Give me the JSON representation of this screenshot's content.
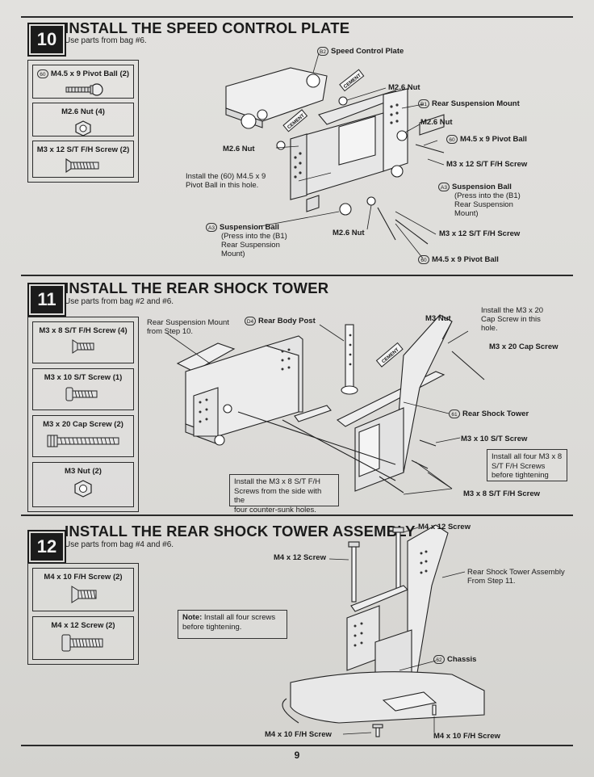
{
  "page_number": "9",
  "steps": [
    {
      "number": "10",
      "title": "INSTALL THE SPEED CONTROL PLATE",
      "subtitle": "Use parts from bag #6.",
      "parts": [
        {
          "badge": "60",
          "label": "M4.5 x 9 Pivot Ball (2)",
          "icon": "pivot-ball-icon"
        },
        {
          "badge": "",
          "label": "M2.6 Nut (4)",
          "icon": "hex-nut-icon"
        },
        {
          "badge": "",
          "label": "M3 x 12 S/T F/H Screw (2)",
          "icon": "flat-head-screw-icon"
        }
      ],
      "callouts": {
        "speed_control_plate": {
          "badge": "B2",
          "text": "Speed Control Plate"
        },
        "m26_nut_top": "M2.6 Nut",
        "rear_suspension_mount": {
          "badge": "B1",
          "text": "Rear Suspension Mount"
        },
        "m26_nut_right": "M2.6 Nut",
        "pivot_ball_right": {
          "badge": "60",
          "text": "M4.5 x 9 Pivot Ball"
        },
        "screw_right": "M3 x 12 S/T F/H Screw",
        "m26_nut_left": "M2.6 Nut",
        "install_note": [
          "Install the (60) M4.5 x 9",
          "Pivot Ball in this hole."
        ],
        "suspension_ball_right": {
          "badge": "A3",
          "title": "Suspension Ball",
          "lines": [
            "(Press into the (B1)",
            "Rear Suspension",
            "Mount)"
          ]
        },
        "suspension_ball_left": {
          "badge": "A3",
          "title": "Suspension Ball",
          "lines": [
            "(Press into the (B1)",
            "Rear Suspension",
            "Mount)"
          ]
        },
        "m26_nut_bottom": "M2.6 Nut",
        "screw_bottom": "M3 x 12 S/T F/H Screw",
        "pivot_ball_bottom": {
          "badge": "60",
          "text": "M4.5 x 9 Pivot Ball"
        },
        "cement_1": "CEMENT",
        "cement_2": "CEMENT"
      }
    },
    {
      "number": "11",
      "title": "INSTALL THE REAR SHOCK TOWER",
      "subtitle": "Use parts from bag #2 and #6.",
      "parts": [
        {
          "badge": "",
          "label": "M3 x 8 S/T F/H Screw (4)",
          "icon": "flat-head-screw-icon"
        },
        {
          "badge": "",
          "label": "M3 x 10 S/T Screw (1)",
          "icon": "pan-head-screw-icon"
        },
        {
          "badge": "",
          "label": "M3 x 20 Cap Screw (2)",
          "icon": "cap-screw-icon"
        },
        {
          "badge": "",
          "label": "M3 Nut (2)",
          "icon": "hex-nut-icon"
        }
      ],
      "callouts": {
        "rear_suspension_mount": [
          "Rear Suspension Mount",
          "from Step 10."
        ],
        "rear_body_post": {
          "badge": "D4",
          "text": "Rear Body Post"
        },
        "m3_nut": "M3 Nut",
        "install_cap": [
          "Install the M3 x 20",
          "Cap Screw in this",
          "hole."
        ],
        "cap_screw": "M3 x 20 Cap Screw",
        "rear_shock_tower": {
          "badge": "61",
          "text": "Rear Shock Tower"
        },
        "st_screw": "M3 x 10 S/T Screw",
        "install_all_four": [
          "Install all four M3 x 8",
          "S/T F/H Screws",
          "before tightening"
        ],
        "install_side": [
          "Install the M3 x 8 S/T F/H",
          "Screws from the side with the",
          "four counter-sunk holes."
        ],
        "fh_screws": "M3 x 8 S/T F/H Screw",
        "cement": "CEMENT"
      }
    },
    {
      "number": "12",
      "title": "INSTALL THE REAR SHOCK TOWER ASSEMBLY",
      "subtitle": "Use parts from bag #4 and #6.",
      "parts": [
        {
          "badge": "",
          "label": "M4 x 10 F/H Screw (2)",
          "icon": "flat-head-screw-icon"
        },
        {
          "badge": "",
          "label": "M4 x 12 Screw (2)",
          "icon": "pan-head-screw-icon"
        }
      ],
      "callouts": {
        "m4_12_top": "M4 x 12 Screw",
        "m4_12_left": "M4 x 12 Screw",
        "assembly": [
          "Rear Shock Tower Assembly",
          "From Step 11."
        ],
        "note_label": "Note:",
        "note_text": [
          "Install all four screws",
          "before tightening."
        ],
        "chassis": {
          "badge": "62",
          "text": "Chassis"
        },
        "fh_left": "M4 x 10 F/H Screw",
        "fh_right": "M4 x 10 F/H Screw"
      }
    }
  ]
}
